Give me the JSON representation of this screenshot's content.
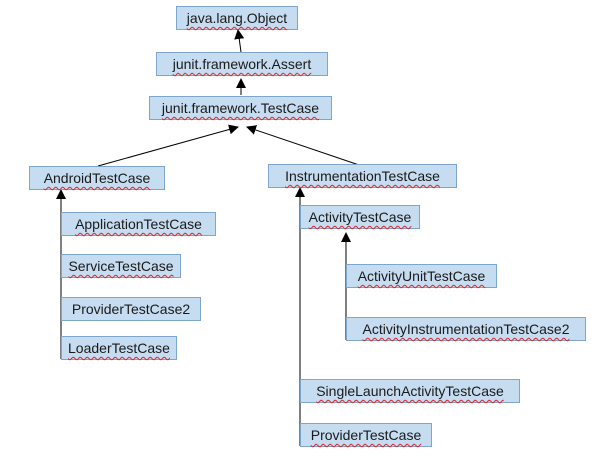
{
  "nodes": {
    "object": "java.lang.Object",
    "assert": "junit.framework.Assert",
    "testcase": "junit.framework.TestCase",
    "android": "AndroidTestCase",
    "instrumentation": "InstrumentationTestCase",
    "application": "ApplicationTestCase",
    "service": "ServiceTestCase",
    "provider2": "ProviderTestCase2",
    "loader": "LoaderTestCase",
    "activity": "ActivityTestCase",
    "activity_unit": "ActivityUnitTestCase",
    "activity_instr": "ActivityInstrumentationTestCase2",
    "single_launch": "SingleLaunchActivityTestCase",
    "provider": "ProviderTestCase"
  },
  "colors": {
    "box_fill": "#c6dcf0",
    "box_border": "#7ea6cc",
    "edge": "#000000",
    "spell_underline": "#dd2222"
  }
}
